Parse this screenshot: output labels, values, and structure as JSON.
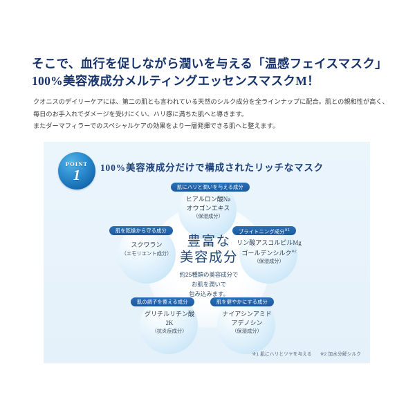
{
  "headline": {
    "line1": "そこで、血行を促しながら潤いを与える「温感フェイスマスク」",
    "line2": "100%美容液成分メルティングエッセンスマスクM！"
  },
  "body_copy": {
    "p1": "クオニスのデイリーケアには、第二の肌とも言われている天然のシルク成分を全ラインナップに配合。肌との親和性が高く、",
    "p2": "毎日のお手入れでダメージを受けにくい、ハリ感に満ちた肌へと導きます。",
    "p3": "またダーマフィラーでのスペシャルケアの効果をより一層発揮できる肌へと整えます。"
  },
  "panel": {
    "point_badge": {
      "word": "POINT",
      "number": "1"
    },
    "point_title": "100%美容液成分だけで構成されたリッチなマスク",
    "core": {
      "title_line1": "豊富な",
      "title_line2": "美容成分",
      "desc_line1": "約25種類の美容成分で",
      "desc_line2": "お肌を潤いで",
      "desc_line3": "包み込みます。"
    },
    "petals": [
      {
        "id": "top",
        "pill": "肌にハリと潤いを与える成分",
        "line1": "ヒアルロン酸Na",
        "line2": "オウゴンエキス",
        "sub": "（保湿成分）"
      },
      {
        "id": "right",
        "pill": "ブライトニング成分",
        "pill_note": "※1",
        "line1": "リン酸アスコルビルMg",
        "line2": "ゴールデンシルク",
        "line2_note": "※2",
        "sub": "（保湿成分）"
      },
      {
        "id": "left",
        "pill": "肌を乾燥から守る成分",
        "line1": "スクワラン",
        "line2": "",
        "sub": "（エモリエント成分）"
      },
      {
        "id": "bottom-left",
        "pill": "肌の調子を整える成分",
        "line1": "グリチルリチン酸",
        "line2": "2K",
        "sub": "（抗炎症成分）"
      },
      {
        "id": "bottom-right",
        "pill": "肌を健やかにする成分",
        "line1": "ナイアシンアミド",
        "line2": "アデノシン",
        "sub": "（保湿成分）"
      }
    ],
    "footnotes": {
      "note1": "※1 肌にハリとツヤを与える",
      "note2": "※2 加水分解シルク"
    }
  },
  "colors": {
    "headline_navy": "#17336b",
    "panel_bg": "#eaf5fc",
    "pill_blue": "#1c5a9e",
    "badge_blue": "#1466ad",
    "core_title": "#214a7a"
  }
}
